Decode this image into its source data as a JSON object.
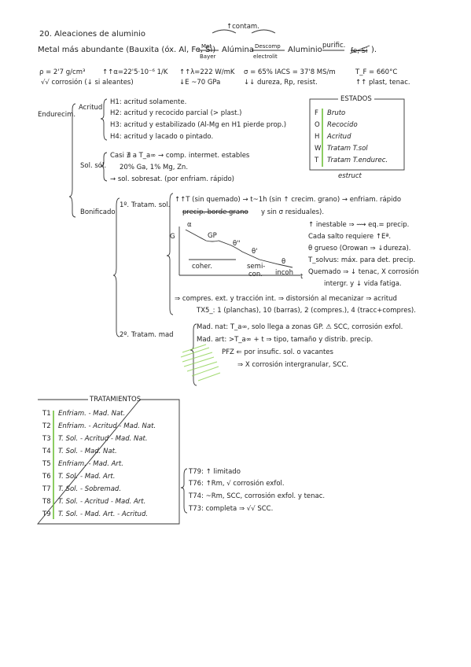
{
  "title": "20. Aleaciones de aluminio",
  "intro": {
    "arrow_top": "↑contam.",
    "metal_text": "Metal más abundante (Bauxita (óx. Al, Fe, Si)",
    "met_bayer_top": "Met",
    "met_bayer_bottom": "Bayer",
    "alumina": "Alúmina",
    "descomp_top": "Descomp",
    "descomp_bottom": "electrolit",
    "aluminio": "Aluminio",
    "purific": "purific.",
    "fe_si": "fe, Si",
    "close": ")."
  },
  "props": {
    "row1": [
      "ρ = 2'7 g/cm³",
      "↑↑α=22'5·10⁻⁶ 1/K",
      "↑↑λ=222 W/mK",
      "σ = 65% IACS = 37'8 MS/m",
      "T_F = 660°C"
    ],
    "row2": [
      "√√ corrosión (↓ si aleantes)",
      "↓E ~70 GPa",
      "↓↓ dureza, Rp, resist.",
      "↑↑ plast, tenac."
    ]
  },
  "endurecim": "Endurecim.",
  "acritud": {
    "label": "Acritud",
    "items": [
      "H1: acritud solamente.",
      "H2: acritud y recocido parcial (> plast.)",
      "H3: acritud y estabilizado (Al-Mg en H1 pierde prop.)",
      "H4: acritud y lacado o pintado."
    ]
  },
  "estados": {
    "title": "ESTADOS",
    "items": [
      {
        "code": "F",
        "text": "Bruto"
      },
      {
        "code": "O",
        "text": "Recocido"
      },
      {
        "code": "H",
        "text": "Acritud"
      },
      {
        "code": "W",
        "text": "Tratam T.sol"
      },
      {
        "code": "T",
        "text": "Tratam T.endurec."
      }
    ],
    "extra": "estruct"
  },
  "solsol": {
    "label": "Sol. sól.",
    "line1": "Casi ∄ a T_a∞ → comp. intermet. estables",
    "line2": "20% Ga, 1% Mg, Zn.",
    "line3": "→ sol. sobresat. (por enfriam. rápido)"
  },
  "bonificado": {
    "label": "Bonificado",
    "tratam1": "1º. Tratam. sol.",
    "line1": "↑↑T (sin quemado) → t~1h (sin ↑ crecim. grano) → enfriam. rápido",
    "line2a": "precip. borde grano",
    "line2b": "y sin σ residuales).",
    "graph": {
      "g": "G",
      "alpha": "α",
      "gp": "GP",
      "theta2": "θ''",
      "theta1": "θ'",
      "theta": "θ",
      "coher": "coher.",
      "semicon": "semi-",
      "semicon2": "con.",
      "incoh": "incoh",
      "t_axis": "t"
    },
    "right": [
      "↑ inestable ⇒ ⟿ eq.= precip.",
      "Cada salto requiere ↑Eª.",
      "θ grueso (Orowan ⇒ ↓dureza).",
      "T_solvus: máx. para det. precip.",
      "Quemado ⇒ ↓ tenac, X corrosión",
      "intergr. y ↓ vida fatiga."
    ],
    "compres": "⇒ compres. ext. y tracción int. ⇒ distorsión al mecanizar ⇒ acritud",
    "txs": "TX5_: 1 (planchas), 10 (barras), 2 (compres.), 4 (tracc+compres).",
    "tratam2": "2º. Tratam. mad",
    "mad_nat": "Mad. nat: T_a∞, solo llega a zonas GP. ⚠ SCC, corrosión exfol.",
    "mad_art": "Mad. art: >T_a∞ + t ⇒ tipo, tamaño y distrib. precip.",
    "pfz": "PFZ ⇐ por insufic. sol. o vacantes",
    "xcorr": "⇒ X corrosión intergranular, SCC."
  },
  "tratamientos": {
    "title": "TRATAMIENTOS",
    "items": [
      {
        "code": "T1",
        "text": "Enfriam. - Mad. Nat."
      },
      {
        "code": "T2",
        "text": "Enfriam. - Acritud - Mad. Nat."
      },
      {
        "code": "T3",
        "text": "T. Sol. - Acritud - Mad. Nat."
      },
      {
        "code": "T4",
        "text": "T. Sol. - Mad. Nat."
      },
      {
        "code": "T5",
        "text": "Enfriam. - Mad. Art."
      },
      {
        "code": "T6",
        "text": "T. Sol. - Mad. Art."
      },
      {
        "code": "T7",
        "text": "T. Sol. - Sobremad."
      },
      {
        "code": "T8",
        "text": "T. Sol. - Acritud - Mad. Art."
      },
      {
        "code": "T9",
        "text": "T. Sol. - Mad. Art. - Acritud."
      }
    ],
    "t7_sub": [
      "T79: ↑ limitado",
      "T76: ↑Rm, √ corrosión exfol.",
      "T74: ~Rm, SCC, corrosión exfol. y tenac.",
      "T73: completa ⇒ √√ SCC."
    ]
  },
  "colors": {
    "ink": "#222222",
    "accent": "#6fbf3a"
  }
}
